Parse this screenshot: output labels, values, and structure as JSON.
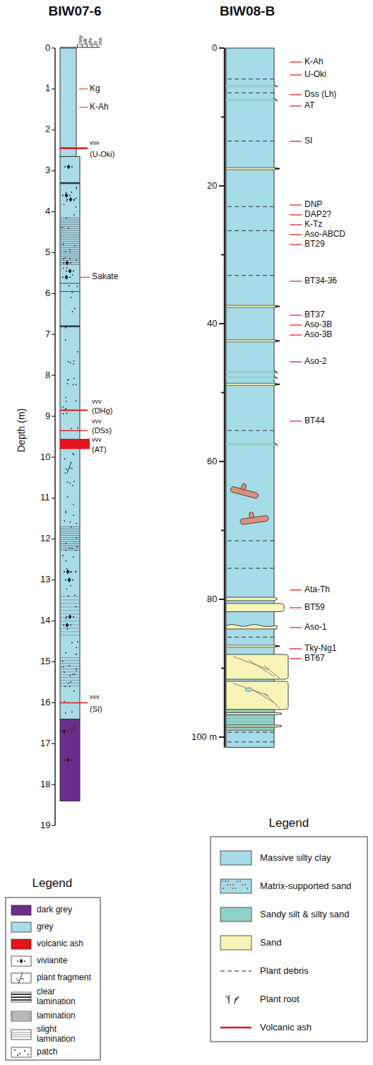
{
  "diagram": {
    "labels": [
      "BIW07-6",
      "BIW08-B",
      "clay",
      "silt",
      "vfs",
      "fs",
      "ms",
      "0",
      "1",
      "2",
      "3",
      "4",
      "5",
      "6",
      "7",
      "8",
      "9",
      "10",
      "11",
      "12",
      "13",
      "14",
      "15",
      "16",
      "17",
      "18",
      "19",
      "Depth (m)",
      "Kg",
      "K-Ah",
      "vvv",
      "(U-Oki)",
      "Sakate",
      "vvv",
      "(DHg)",
      "vvv",
      "(DSs)",
      "vvv",
      "(AT)",
      "vvv",
      "(SI)",
      "Legend",
      "0",
      "20",
      "40",
      "60",
      "80",
      "100 m",
      "K-Ah",
      "U-Oki",
      "Dss (Lh)",
      "AT",
      "SI",
      "DNP",
      "DAP2?",
      "K-Tz",
      "Aso-ABCD",
      "BT29",
      "BT34-36",
      "BT37",
      "Aso-3B",
      "Aso-3B",
      "Aso-2",
      "BT44",
      "Ata-Th",
      "BT59",
      "Aso-1",
      "Tky-Ng1",
      "BT67",
      "Legend"
    ],
    "legend": [
      {
        "text": "dark grey",
        "color": "#6b2d8c"
      },
      {
        "text": "grey",
        "color": "#a9dce6"
      },
      {
        "text": "volcanic ash",
        "color": "#e4141b"
      },
      {
        "text": "vivianite"
      },
      {
        "text": "plant fragment"
      },
      {
        "text": "clear lamination"
      },
      {
        "text": "lamination"
      },
      {
        "text": "slight lamination"
      },
      {
        "text": "patch"
      },
      {
        "text": "Massive silty clay",
        "color": "#a6dbe8"
      },
      {
        "text": "Matrix-supported sand"
      },
      {
        "text": "Sandy silt & silty sand",
        "color": "#92d2c9"
      },
      {
        "text": "Sand",
        "color": "#f8f3b6"
      },
      {
        "text": "Plant debris"
      },
      {
        "text": "Plant root"
      },
      {
        "text": "Volcanic ash"
      }
    ]
  }
}
